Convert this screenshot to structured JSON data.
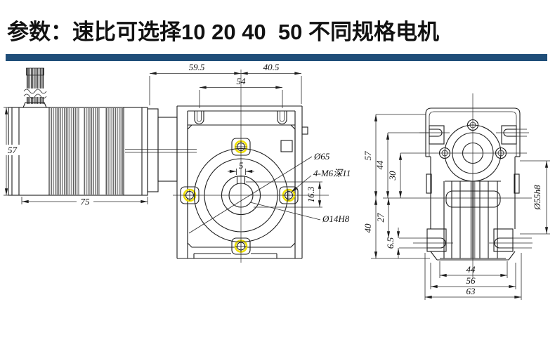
{
  "header": {
    "title": "参数：速比可选择10 20 40  50 不同规格电机",
    "bar_color": "#1f4e79"
  },
  "drawing": {
    "line_color": "#1d1d1d",
    "highlight_color": "#f0e000",
    "side_view": {
      "dims": {
        "top_left": "59.5",
        "top_right": "40.5",
        "top_bolt_span": "54",
        "motor_height": "57",
        "motor_length": "75",
        "keyway_width": "5",
        "keyway_depth": "16.3"
      },
      "callouts": {
        "flange_circle": "Ø65",
        "mount_holes": "4-M6深11",
        "output_bore": "Ø14H8"
      }
    },
    "front_view": {
      "dims": {
        "upper_height": "57",
        "slot_to_axis": "44",
        "axis_to_axis": "30",
        "lower_height": "40",
        "axis_to_slot": "27",
        "slot_width": "6.5",
        "spigot_diameter": "Ø55h8",
        "rib_width": "44",
        "body_width": "56",
        "overall_width": "63"
      }
    }
  }
}
